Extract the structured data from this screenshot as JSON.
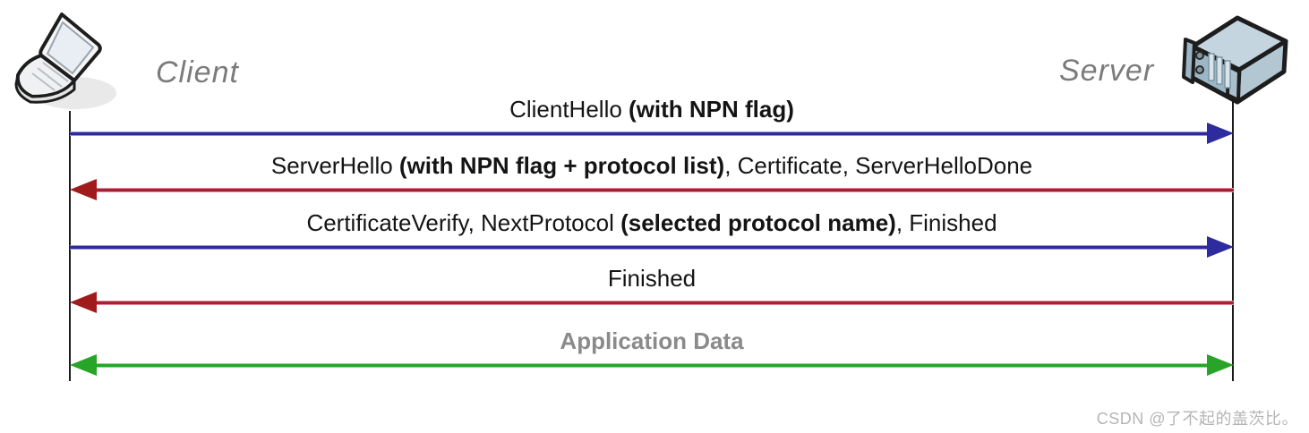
{
  "actors": {
    "client": {
      "label": "Client",
      "icon": "laptop-icon"
    },
    "server": {
      "label": "Server",
      "icon": "server-icon"
    }
  },
  "messages": [
    {
      "from": "client",
      "to": "server",
      "color": "blue",
      "muted": false,
      "parts": [
        {
          "text": "ClientHello ",
          "bold": false
        },
        {
          "text": "(with NPN flag)",
          "bold": true
        }
      ]
    },
    {
      "from": "server",
      "to": "client",
      "color": "red",
      "muted": false,
      "parts": [
        {
          "text": "ServerHello ",
          "bold": false
        },
        {
          "text": "(with NPN flag + protocol list)",
          "bold": true
        },
        {
          "text": ", Certificate, ServerHelloDone",
          "bold": false
        }
      ]
    },
    {
      "from": "client",
      "to": "server",
      "color": "blue",
      "muted": false,
      "parts": [
        {
          "text": "CertificateVerify, NextProtocol ",
          "bold": false
        },
        {
          "text": "(selected protocol name)",
          "bold": true
        },
        {
          "text": ", Finished",
          "bold": false
        }
      ]
    },
    {
      "from": "server",
      "to": "client",
      "color": "red",
      "muted": false,
      "parts": [
        {
          "text": "Finished",
          "bold": false
        }
      ]
    },
    {
      "from": "both",
      "to": "both",
      "color": "green",
      "muted": true,
      "parts": [
        {
          "text": "Application Data",
          "bold": true
        }
      ]
    }
  ],
  "colors": {
    "blue_core": "#2c2c9e",
    "blue_edge": "#9d93d6",
    "red_core": "#a02233",
    "red_edge": "#e28a9a",
    "red_head": "#a01b1b",
    "green_core": "#28a428",
    "green_edge": "#8ed88e",
    "lifeline": "#1a1a1a",
    "actor_label": "#7b7b7b",
    "muted_label": "#8a8a8a"
  },
  "watermark": {
    "text": "CSDN @了不起的盖茨比。"
  }
}
